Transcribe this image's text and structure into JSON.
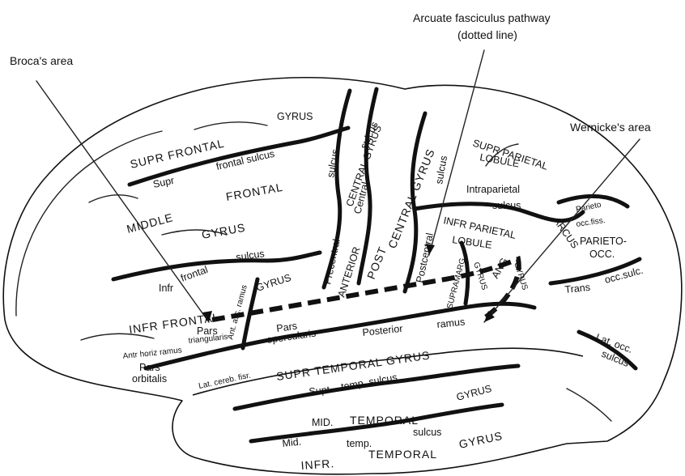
{
  "callouts": {
    "broca": "Broca's area",
    "arcuate_line1": "Arcuate fasciculus pathway",
    "arcuate_line2": "(dotted line)",
    "wernicke": "Wernicke's area"
  },
  "labels": {
    "gyrus_top": "GYRUS",
    "supr_frontal": "SUPR  FRONTAL",
    "supr": "Supr",
    "frontal_sulcus": "frontal sulcus",
    "middle": "MIDDLE",
    "frontal": "FRONTAL",
    "gyrus_mid": "GYRUS",
    "infr": "Infr",
    "frontal_sm": "frontal",
    "sulcus_if": "sulcus",
    "gyrus_if": "GYRUS",
    "infr_frontal": "INFR  FRONTAL",
    "pars": "Pars",
    "triangularis": "triangularis",
    "ant_asc_ramus": "Ant. asc. ramus",
    "pars_oper": "Pars",
    "opercularis": "opercularis",
    "antr_horiz_ramus": "Antr horiz ramus",
    "pars_orb": "Pars",
    "orbitalis": "orbitalis",
    "lat_cereb_fisr": "Lat. cereb. fisr.",
    "sulcus_central_a": "sulcus",
    "central_gyrus": "CENTRAL GYRUS",
    "sulcus_central_b": "sulcus",
    "central": "Central",
    "anterior": "ANTERIOR",
    "precentral": "Precentral",
    "central_gyrus_post": "CENTRAL GYRUS",
    "post": "POST",
    "sulcus_post": "sulcus",
    "postcentral": "Postcentral",
    "supr_parietal": "SUPR PARIETAL",
    "lobule_sp": "LOBULE",
    "intraparietal": "Intraparietal",
    "sulcus_ip": "sulcus",
    "infr_parietal": "INFR PARIETAL",
    "lobule_ip": "LOBULE",
    "supramarg": "SUPRAMARG",
    "gyrus_sm": "GYRUS",
    "ang": "ANG",
    "gyrus_ang": "GYRUS",
    "arcus": "ARCUS",
    "parieto_occ_fiss": "Parieto",
    "occ_fiss": "occ.fiss.",
    "parieto_occ": "PARIETO-",
    "occ": "OCC.",
    "trans": "Trans",
    "occ_sulc": "occ.sulc.",
    "lat_occ": "Lat. occ.",
    "sulcus_lo": "sulcus",
    "posterior": "Posterior",
    "ramus": "ramus",
    "supr_temporal_gyrus": "SUPR TEMPORAL GYRUS",
    "supt": "Supt",
    "temp_sulcus": "temp. sulcus",
    "mid_caps": "MID.",
    "temporal_mid": "TEMPORAL",
    "gyrus_mt": "GYRUS",
    "sulcus_mt": "sulcus",
    "mid_sm": "Mid.",
    "temp_sm": "temp.",
    "infr_caps": "INFR.",
    "temporal_inf": "TEMPORAL",
    "gyrus_it": "GYRUS"
  }
}
